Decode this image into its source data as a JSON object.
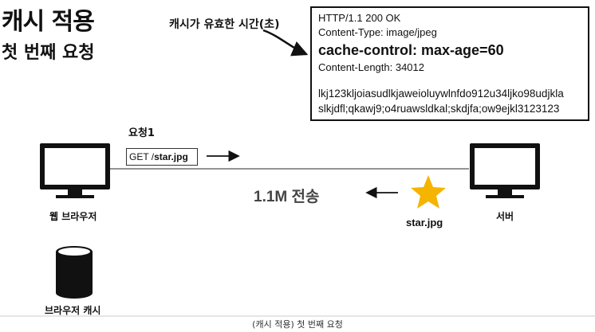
{
  "title": "캐시 적용",
  "subtitle": "첫 번째 요청",
  "annotation": "캐시가 유효한 시간(초)",
  "response": {
    "status_line": "HTTP/1.1 200 OK",
    "content_type": "Content-Type: image/jpeg",
    "cache_control": "cache-control: max-age=60",
    "content_length": "Content-Length: 34012",
    "body_line1": "lkj123kljoiasudlkjaweioluywlnfdo912u34ljko98udjkla",
    "body_line2": "slkjdfl;qkawj9;o4ruawsldkal;skdjfa;ow9ejkl3123123"
  },
  "request": {
    "label": "요청1",
    "method": "GET /",
    "path": "star.jpg"
  },
  "transfer_label": "1.1M 전송",
  "browser_label": "웹 브라우저",
  "server_label": "서버",
  "cache_label": "브라우저 캐시",
  "star_label": "star.jpg",
  "caption": "(캐시 적용) 첫 번째 요청",
  "colors": {
    "star": "#f5b400",
    "text": "#111111"
  }
}
